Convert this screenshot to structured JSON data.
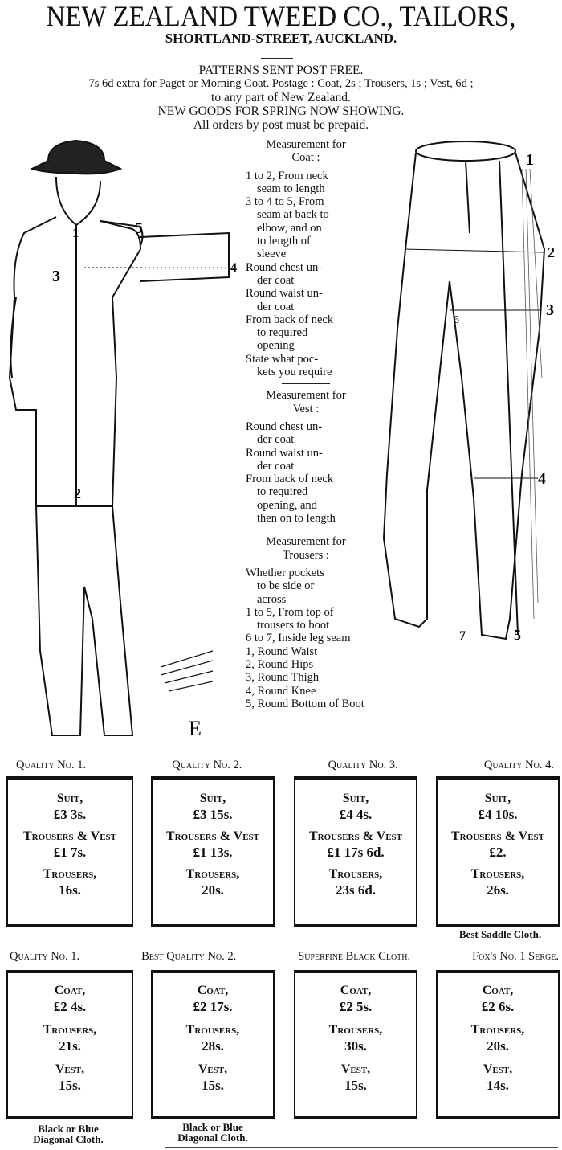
{
  "header": {
    "title": "NEW ZEALAND TWEED CO., TAILORS,",
    "address": "SHORTLAND-STREET, AUCKLAND.",
    "lines": [
      "PATTERNS SENT POST FREE.",
      "7s 6d extra for Paget or Morning Coat.   Postage : Coat, 2s ; Trousers, 1s ; Vest, 6d ;",
      "to any part of New Zealand.",
      "NEW GOODS FOR SPRING NOW SHOWING.",
      "All orders by post must be prepaid."
    ]
  },
  "figures": {
    "coat_marks": [
      "1",
      "2",
      "3",
      "4",
      "5"
    ],
    "trouser_marks": [
      "1",
      "2",
      "3",
      "4",
      "5",
      "6",
      "7"
    ],
    "signature": "E"
  },
  "measurements": {
    "coat_heading": [
      "Measurement for",
      "Coat :"
    ],
    "coat_lines": [
      "1 to 2, From neck",
      "seam to length",
      "3 to 4 to 5, From",
      "seam at back to",
      "elbow, and on",
      "to length of",
      "sleeve",
      "Round chest un-",
      "der coat",
      "Round waist un-",
      "der coat",
      "From back of neck",
      "to required",
      "opening",
      "State what poc-",
      "kets you require"
    ],
    "vest_heading": [
      "Measurement for",
      "Vest :"
    ],
    "vest_lines": [
      "Round chest un-",
      "der coat",
      "Round waist un-",
      "der coat",
      "From back of neck",
      "to required",
      "opening, and",
      "then on to length"
    ],
    "trousers_heading": [
      "Measurement for",
      "Trousers :"
    ],
    "trousers_lines": [
      "Whether pockets",
      "to be side or",
      "across",
      "1 to 5, From top of",
      "trousers to boot",
      "6 to 7, Inside leg seam",
      "1, Round Waist",
      "2, Round Hips",
      "3, Round Thigh",
      "4, Round Knee",
      "5, Round Bottom of Boot"
    ]
  },
  "suits": [
    {
      "label": "Quality No. 1.",
      "suit_label": "Suit,",
      "suit": "£3  3s.",
      "tv_label": "Trousers & Vest",
      "tv": "£1  7s.",
      "tr_label": "Trousers,",
      "tr": "16s."
    },
    {
      "label": "Quality No. 2.",
      "suit_label": "Suit,",
      "suit": "£3  15s.",
      "tv_label": "Trousers & Vest",
      "tv": "£1  13s.",
      "tr_label": "Trousers,",
      "tr": "20s."
    },
    {
      "label": "Quality No. 3.",
      "suit_label": "Suit,",
      "suit": "£4  4s.",
      "tv_label": "Trousers & Vest",
      "tv": "£1  17s  6d.",
      "tr_label": "Trousers,",
      "tr": "23s  6d."
    },
    {
      "label": "Quality No. 4.",
      "suit_label": "Suit,",
      "suit": "£4  10s.",
      "tv_label": "Trousers & Vest",
      "tv": "£2.",
      "tr_label": "Trousers,",
      "tr": "26s.",
      "note": "Best Saddle Cloth."
    }
  ],
  "separates": [
    {
      "label": "Quality No. 1.",
      "coat_label": "Coat,",
      "coat": "£2  4s.",
      "tr_label": "Trousers,",
      "tr": "21s.",
      "vest_label": "Vest,",
      "vest": "15s.",
      "note": [
        "Black or Blue",
        "Diagonal Cloth."
      ]
    },
    {
      "label": "Best Quality No. 2.",
      "coat_label": "Coat,",
      "coat": "£2  17s.",
      "tr_label": "Trousers,",
      "tr": "28s.",
      "vest_label": "Vest,",
      "vest": "15s.",
      "note": [
        "Black or Blue",
        "Diagonal Cloth."
      ]
    },
    {
      "label": "Superfine Black Cloth.",
      "coat_label": "Coat,",
      "coat": "£2  5s.",
      "tr_label": "Trousers,",
      "tr": "30s.",
      "vest_label": "Vest,",
      "vest": "15s."
    },
    {
      "label": "Fox's No. 1 Serge.",
      "coat_label": "Coat,",
      "coat": "£2  6s.",
      "tr_label": "Trousers,",
      "tr": "20s.",
      "vest_label": "Vest,",
      "vest": "14s."
    }
  ]
}
